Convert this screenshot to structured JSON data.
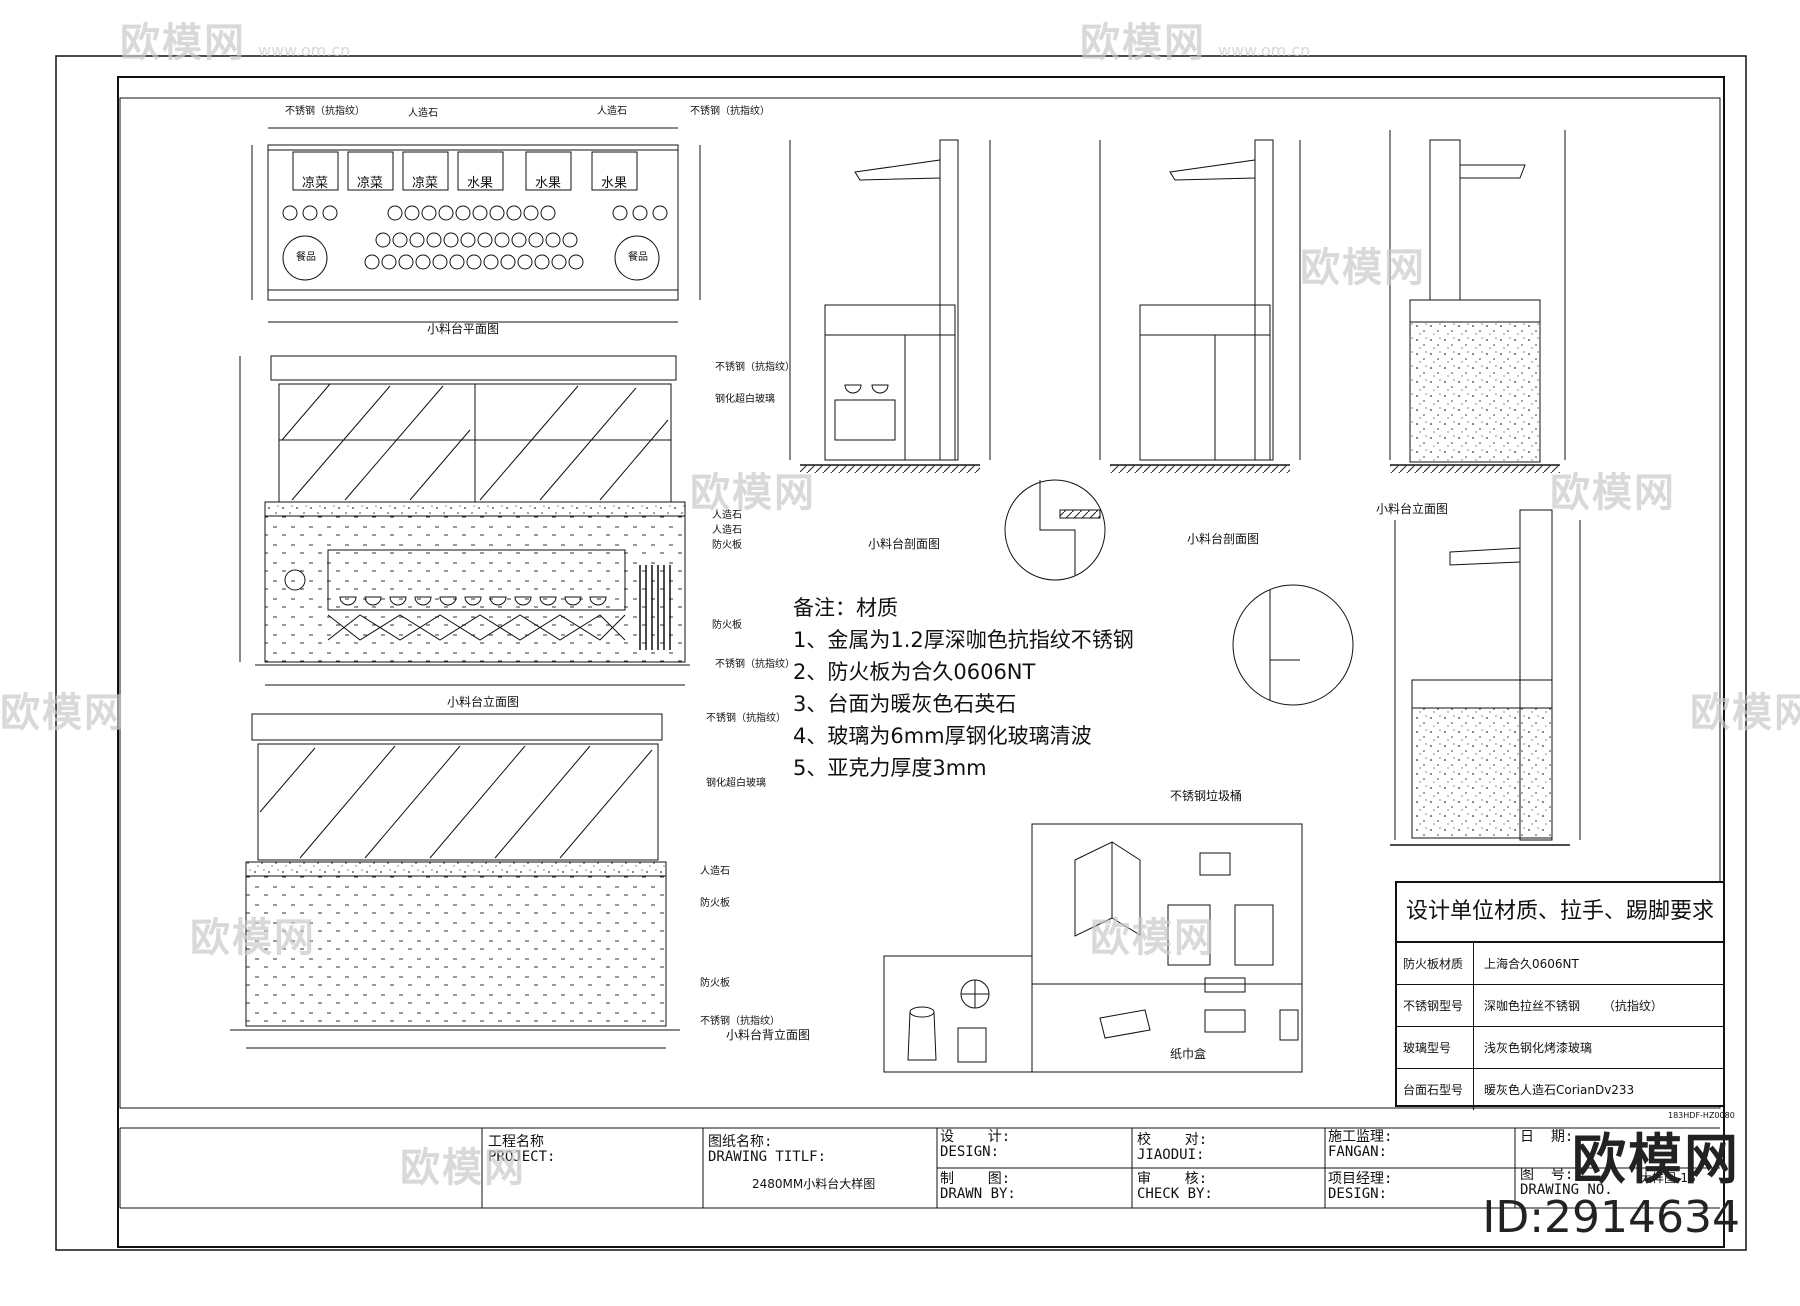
{
  "plan": {
    "title": "小料台平面图",
    "labels": [
      "不锈钢（抗指纹）",
      "人造石",
      "人造石",
      "不锈钢（抗指纹）"
    ],
    "bins": [
      "凉菜",
      "凉菜",
      "凉菜",
      "水果",
      "水果",
      "水果"
    ],
    "round_left": "餐品",
    "round_right": "餐品"
  },
  "front_elevation": {
    "title": "小料台立面图",
    "labels": [
      "不锈钢（抗指纹）",
      "钢化超白玻璃",
      "人造石",
      "人造石",
      "防火板",
      "防火板",
      "不锈钢（抗指纹）"
    ]
  },
  "back_elevation": {
    "title": "小料台背立面图",
    "labels": [
      "不锈钢（抗指纹）",
      "钢化超白玻璃",
      "人造石",
      "防火板",
      "防火板",
      "不锈钢（抗指纹）"
    ]
  },
  "sections": {
    "section1_title": "小料台剖面图",
    "section2_title": "小料台剖面图",
    "side_title": "小料台立面图"
  },
  "notes": {
    "heading": "备注：材质",
    "items": [
      "1、金属为1.2厚深咖色抗指纹不锈钢",
      "2、防火板为合久0606NT",
      "3、台面为暖灰色石英石",
      "4、玻璃为6mm厚钢化玻璃清波",
      "5、亚克力厚度3mm"
    ]
  },
  "bin_detail": {
    "title": "不锈钢垃圾桶",
    "tissue_box": "纸巾盒"
  },
  "materials": {
    "title": "设计单位材质、拉手、踢脚要求",
    "rows": [
      {
        "key": "防火板材质",
        "value": "上海合久0606NT"
      },
      {
        "key": "不锈钢型号",
        "value": "深咖色拉丝不锈钢      （抗指纹）"
      },
      {
        "key": "玻璃型号",
        "value": "浅灰色钢化烤漆玻璃"
      },
      {
        "key": "台面石型号",
        "value": "暖灰色人造石CorianDv233"
      }
    ],
    "code": "183HDF-HZ0080"
  },
  "title_block": {
    "project_cn": "工程名称",
    "project_en": "PROJECT:",
    "drawing_cn": "图纸名称:",
    "drawing_en": "DRAWING TITLF:",
    "drawing_name": "2480MM小料台大样图",
    "design_cn": "设    计:",
    "design_en": "DESIGN:",
    "drawn_cn": "制    图:",
    "drawn_en": "DRAWN BY:",
    "check_cn": "校    对:",
    "check_en": "JIAODUI:",
    "review_cn": "审    核:",
    "review_en": "CHECK BY:",
    "supervise_cn": "施工监理:",
    "supervise_en": "FANGAN:",
    "pm_cn": "项目经理:",
    "pm_en": "DESIGN:",
    "date_cn": "日  期:",
    "drawno_cn": "图  号:",
    "drawno_en": "DRAWING NO.",
    "drawno_value": "大样图-18"
  },
  "watermark": {
    "brand": "欧模网",
    "url": "www.om.cn",
    "id": "ID:2914634"
  }
}
